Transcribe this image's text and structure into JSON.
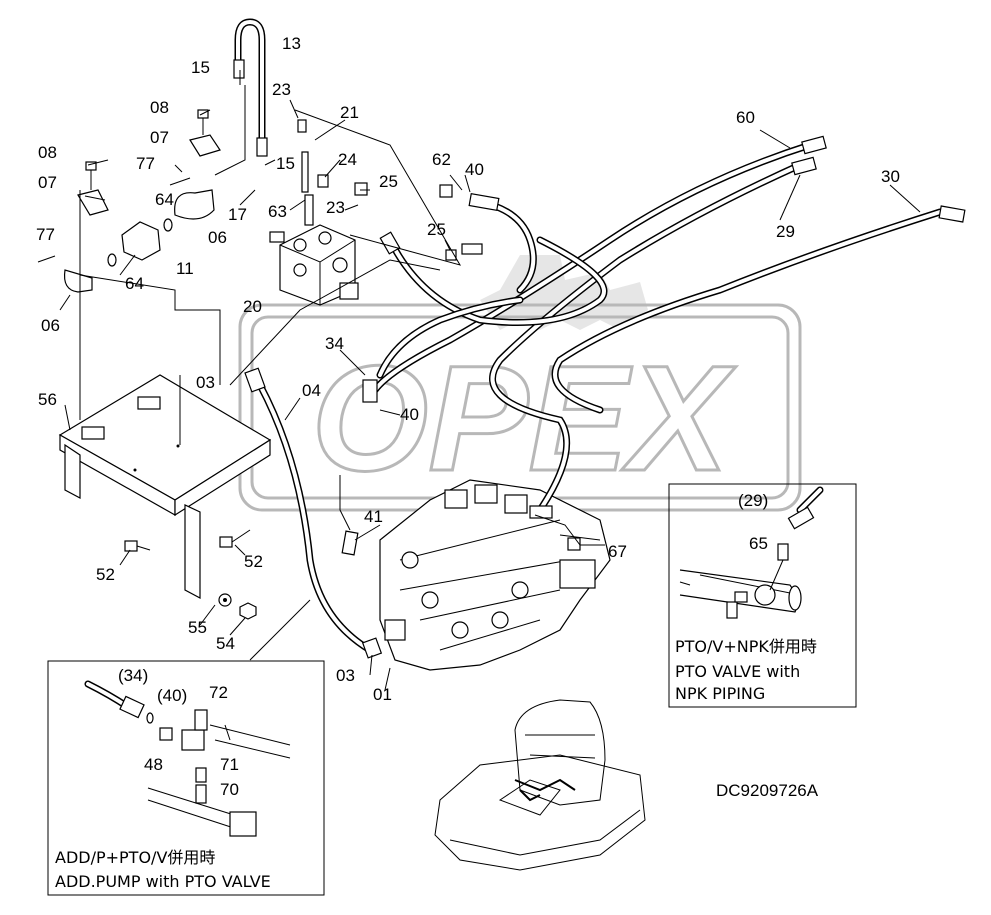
{
  "labels": {
    "l13": "13",
    "l15a": "15",
    "l23a": "23",
    "l08a": "08",
    "l21": "21",
    "l07a": "07",
    "l08b": "08",
    "l77a": "77",
    "l15b": "15",
    "l24": "24",
    "l62": "62",
    "l40a": "40",
    "l60": "60",
    "l07b": "07",
    "l64a": "64",
    "l17": "17",
    "l63": "63",
    "l23b": "23",
    "l25a": "25",
    "l30": "30",
    "l29": "29",
    "l06a": "06",
    "l77b": "77",
    "l11": "11",
    "l25b": "25",
    "l64b": "64",
    "l20": "20",
    "l06b": "06",
    "l34": "34",
    "l03a": "03",
    "l04": "04",
    "l40b": "40",
    "l56": "56",
    "l41": "41",
    "l52a": "52",
    "l52b": "52",
    "l67": "67",
    "l55": "55",
    "l54": "54",
    "l03b": "03",
    "l01": "01"
  },
  "inset_npk": {
    "label_29": "(29)",
    "label_65": "65",
    "caption_line1": "PTO/V+NPK併用時",
    "caption_line2": "PTO VALVE with",
    "caption_line3": "NPK PIPING"
  },
  "inset_add": {
    "label_34": "(34)",
    "label_40": "(40)",
    "label_72": "72",
    "label_48": "48",
    "label_71": "71",
    "label_70": "70",
    "caption_line1": "ADD/P+PTO/V併用時",
    "caption_line2": "ADD.PUMP with PTO VALVE"
  },
  "drawing_code": "DC9209726A",
  "watermark": "OPEX"
}
